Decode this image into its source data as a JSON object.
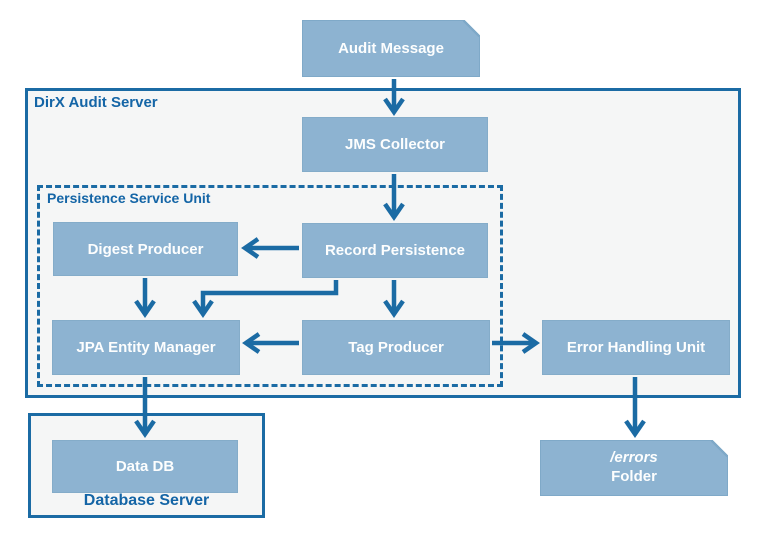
{
  "diagram": {
    "containers": {
      "dirx_audit_server": {
        "label": "DirX Audit Server"
      },
      "persistence_service_unit": {
        "label": "Persistence Service Unit"
      },
      "database_server": {
        "label": "Database Server"
      }
    },
    "nodes": {
      "audit_message": {
        "label": "Audit Message",
        "shape": "note"
      },
      "jms_collector": {
        "label": "JMS Collector",
        "shape": "box"
      },
      "digest_producer": {
        "label": "Digest Producer",
        "shape": "box"
      },
      "record_persistence": {
        "label": "Record Persistence",
        "shape": "box"
      },
      "jpa_entity_manager": {
        "label": "JPA Entity Manager",
        "shape": "box"
      },
      "tag_producer": {
        "label": "Tag Producer",
        "shape": "box"
      },
      "error_handling_unit": {
        "label": "Error Handling Unit",
        "shape": "box"
      },
      "data_db": {
        "label": "Data DB",
        "shape": "box"
      },
      "errors_folder": {
        "label_line1": "/errors",
        "label_line2": "Folder",
        "shape": "note"
      }
    },
    "edges": [
      {
        "from": "audit_message",
        "to": "jms_collector"
      },
      {
        "from": "jms_collector",
        "to": "record_persistence"
      },
      {
        "from": "record_persistence",
        "to": "digest_producer"
      },
      {
        "from": "digest_producer",
        "to": "jpa_entity_manager"
      },
      {
        "from": "record_persistence",
        "to": "jpa_entity_manager"
      },
      {
        "from": "record_persistence",
        "to": "tag_producer"
      },
      {
        "from": "tag_producer",
        "to": "jpa_entity_manager"
      },
      {
        "from": "tag_producer",
        "to": "error_handling_unit"
      },
      {
        "from": "jpa_entity_manager",
        "to": "data_db"
      },
      {
        "from": "error_handling_unit",
        "to": "errors_folder"
      }
    ],
    "colors": {
      "node_fill": "#8DB3D1",
      "line_blue": "#1B6BA4",
      "label_text_blue": "#1465A6",
      "container_fill": "#F5F6F6",
      "node_text": "#FDFEFE"
    }
  }
}
